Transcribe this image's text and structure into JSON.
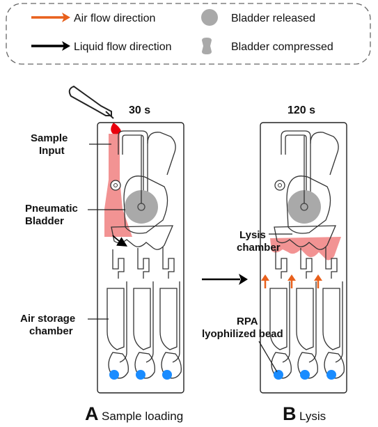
{
  "legend": {
    "air_flow": "Air flow direction",
    "liquid_flow": "Liquid flow direction",
    "bladder_released": "Bladder released",
    "bladder_compressed": "Bladder compressed"
  },
  "colors": {
    "air_arrow": "#e8601c",
    "liquid_arrow": "#000000",
    "sample": "#f08080",
    "bladder": "#a9a9a9",
    "bead": "#1a8cff",
    "drop": "#e8000d"
  },
  "panel_a": {
    "time": "30 s",
    "sample_input": [
      "Sample",
      "Input"
    ],
    "pneumatic_bladder": [
      "Pneumatic",
      "Bladder"
    ],
    "air_storage": [
      "Air storage",
      "chamber"
    ],
    "caption_letter": "A",
    "caption_text": "Sample loading"
  },
  "panel_b": {
    "time": "120 s",
    "lysis_chamber": [
      "Lysis",
      "chamber"
    ],
    "rpa_bead": [
      "RPA",
      "lyophilized bead"
    ],
    "caption_letter": "B",
    "caption_text": "Lysis"
  }
}
